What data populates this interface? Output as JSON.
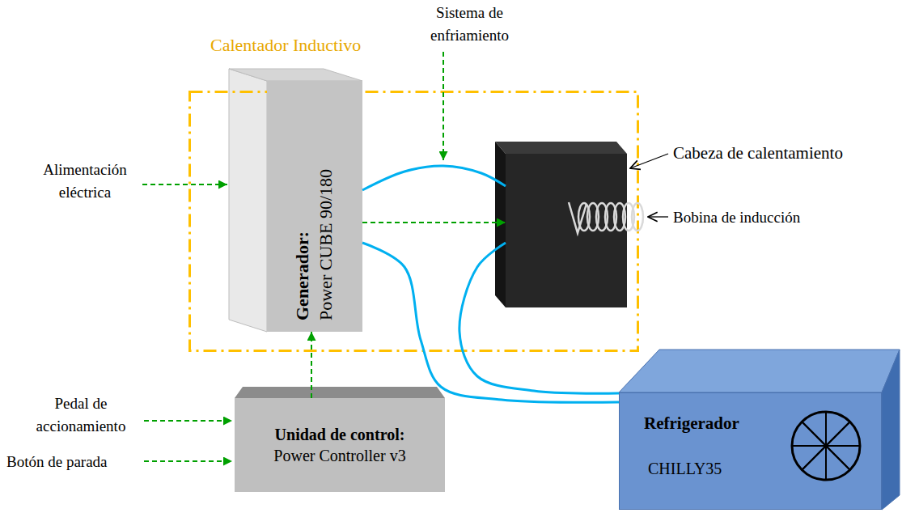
{
  "diagram": {
    "nodes": [
      {
        "text": [
          "Calentador Inductivo"
        ]
      },
      {
        "text": [
          "Generador:",
          "Power CUBE 90/180"
        ],
        "in": 0
      },
      {
        "text": [
          "Cabeza de calentamiento"
        ],
        "in": 0
      },
      {
        "text": [
          "Unidad de control:",
          "Power Controller v3"
        ]
      },
      {
        "text": [
          "Refrigerador",
          "CHILLY35"
        ]
      }
    ],
    "edges": [
      {
        "from": 1,
        "to": 2,
        "arrow": "none"
      },
      {
        "from": 1,
        "to": 2,
        "arrow": "to"
      },
      {
        "from": 1,
        "to": 4,
        "arrow": "none"
      },
      {
        "from": 2,
        "to": 4,
        "arrow": "none"
      },
      {
        "from": 3,
        "to": 1,
        "arrow": "to"
      }
    ],
    "labels": [
      "Alimentación eléctrica",
      "Sistema de enfriamiento",
      "Bobina de inducción",
      "Pedal de accionamiento",
      "Botón de parada"
    ]
  }
}
